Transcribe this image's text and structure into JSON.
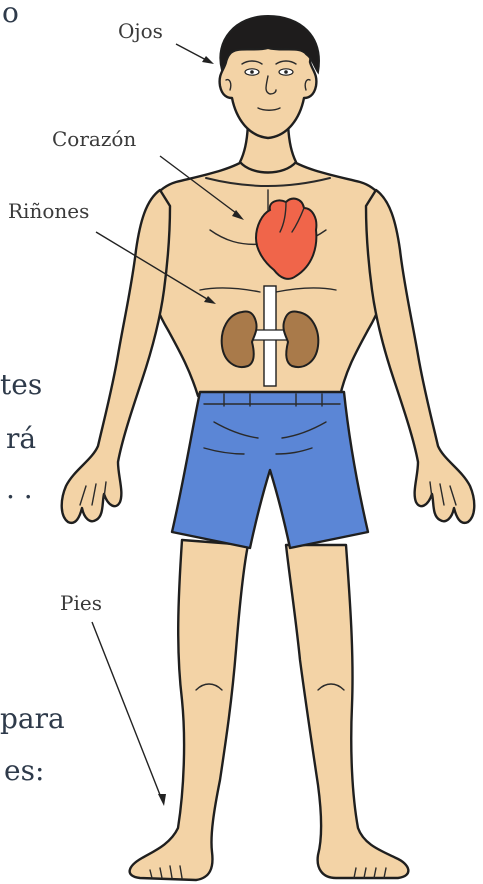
{
  "labels": {
    "eyes": "Ojos",
    "heart": "Corazón",
    "kidneys": "Riñones",
    "feet": "Pies"
  },
  "cropped_text": {
    "top_fragment": "o",
    "mid_fragment_1": "tes",
    "mid_fragment_2": "rá",
    "mid_fragment_3": ". .",
    "low_fragment_1": "para",
    "low_fragment_2": "es:"
  },
  "colors": {
    "skin": "#f3d3a6",
    "shorts": "#5b86d6",
    "heart": "#f0654a",
    "kidney": "#a97a4a",
    "hair": "#1e1c1c",
    "outline": "#1f1f1f"
  }
}
